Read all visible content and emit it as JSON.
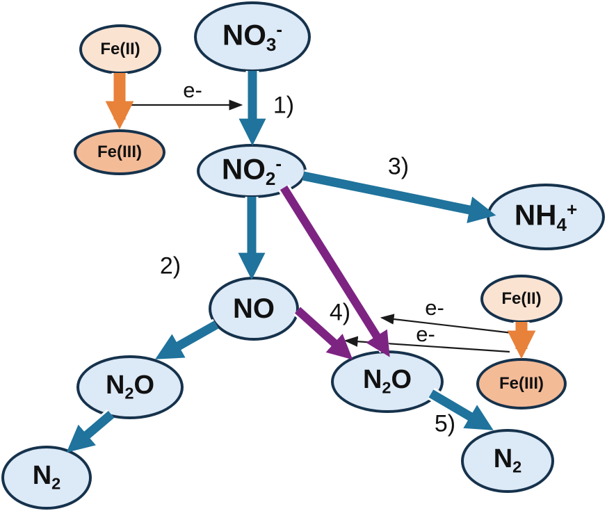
{
  "colors": {
    "background": "#ffffff",
    "node_fill_blue": "#dce9f6",
    "node_border": "#16324c",
    "fe2_fill": "#fbe3d2",
    "fe3_fill": "#f4bb97",
    "arrow_teal": "#1f739c",
    "arrow_purple": "#7d2483",
    "arrow_orange": "#e8813a",
    "arrow_black": "#1a1a1a",
    "text": "#111111"
  },
  "nodes": {
    "no3": {
      "pre": "NO",
      "sub": "3",
      "sup": "-"
    },
    "no2": {
      "pre": "NO",
      "sub": "2",
      "sup": "-"
    },
    "nh4": {
      "pre": "NH",
      "sub": "4",
      "sup": "+"
    },
    "no": {
      "pre": "NO"
    },
    "n2o_left": {
      "pre": "N",
      "sub": "2",
      "post": "O"
    },
    "n2_left": {
      "pre": "N",
      "sub": "2"
    },
    "n2o_right": {
      "pre": "N",
      "sub": "2",
      "post": "O"
    },
    "n2_right": {
      "pre": "N",
      "sub": "2"
    },
    "fe2_left": {
      "pre": "Fe(II)"
    },
    "fe3_left": {
      "pre": "Fe(III)"
    },
    "fe2_right": {
      "pre": "Fe(II)"
    },
    "fe3_right": {
      "pre": "Fe(III)"
    }
  },
  "labels": {
    "step1": "1)",
    "step2": "2)",
    "step3": "3)",
    "step4": "4)",
    "step5": "5)",
    "electron_top": "e-",
    "electron_right_upper": "e-",
    "electron_right_lower": "e-"
  }
}
